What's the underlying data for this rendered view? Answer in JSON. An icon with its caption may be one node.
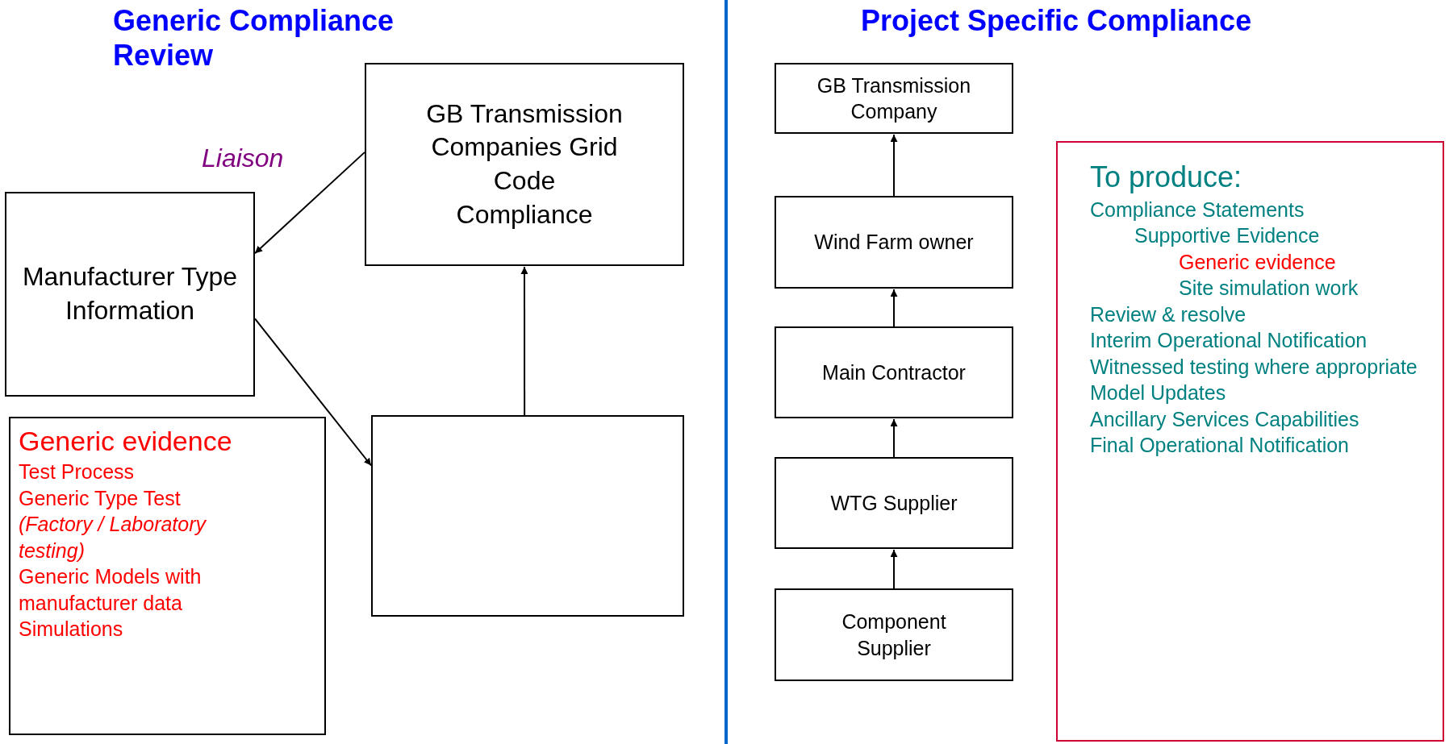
{
  "diagram": {
    "nodes": [
      {
        "text": [
          "GB Transmission Companies Grid Code Compliance"
        ]
      },
      {
        "text": [
          "Manufacturer Type Information"
        ]
      },
      {
        "text": [
          "Generic evidence",
          "Test Process",
          "Generic Type Test",
          "(Factory / Laboratory testing)",
          "Generic Models with manufacturer data",
          "Simulations"
        ]
      },
      {
        "text": [],
        "shape": "box"
      },
      {
        "text": [
          "GB Transmission Company"
        ]
      },
      {
        "text": [
          "Wind Farm owner"
        ]
      },
      {
        "text": [
          "Main Contractor"
        ]
      },
      {
        "text": [
          "WTG Supplier"
        ]
      },
      {
        "text": [
          "Component Supplier"
        ]
      },
      {
        "text": [
          "To produce:",
          "Compliance Statements",
          "Supportive Evidence",
          "Generic evidence",
          "Site simulation work",
          "Review & resolve",
          "Interim Operational Notification",
          "Witnessed testing where appropriate",
          "Model Updates",
          "Ancillary Services Capabilities",
          "Final Operational Notification"
        ]
      }
    ],
    "edges": [
      {
        "from": 0,
        "to": 1,
        "arrow": "to",
        "label": "Liaison"
      },
      {
        "from": 1,
        "to": 3,
        "arrow": "to"
      },
      {
        "from": 3,
        "to": 0,
        "arrow": "to"
      },
      {
        "from": 8,
        "to": 7,
        "arrow": "to"
      },
      {
        "from": 7,
        "to": 6,
        "arrow": "to"
      },
      {
        "from": 6,
        "to": 5,
        "arrow": "to"
      },
      {
        "from": 5,
        "to": 4,
        "arrow": "to"
      }
    ],
    "labels": [
      "Generic Compliance Review",
      "Project Specific Compliance"
    ]
  }
}
